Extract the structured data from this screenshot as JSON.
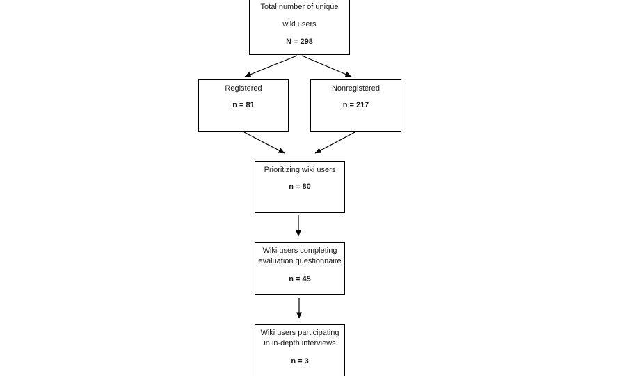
{
  "diagram": {
    "type": "flowchart",
    "nodes": [
      {
        "id": "total-unique-wiki-users",
        "lines": [
          "Total number of unique",
          "wiki users"
        ],
        "value": "N = 298"
      },
      {
        "id": "registered",
        "lines": [
          "Registered"
        ],
        "value": "n = 81"
      },
      {
        "id": "nonregistered",
        "lines": [
          "Nonregistered"
        ],
        "value": "n = 217"
      },
      {
        "id": "prioritizing-wiki-users",
        "lines": [
          "Prioritizing wiki users"
        ],
        "value": "n = 80"
      },
      {
        "id": "evaluation-questionnaire",
        "lines": [
          "Wiki users completing",
          "evaluation questionnaire"
        ],
        "value": "n = 45"
      },
      {
        "id": "in-depth-interviews",
        "lines": [
          "Wiki users participating",
          "in in-depth interviews"
        ],
        "value": "n = 3"
      }
    ],
    "edges": [
      {
        "from": "total-unique-wiki-users",
        "to": "registered"
      },
      {
        "from": "total-unique-wiki-users",
        "to": "nonregistered"
      },
      {
        "from": "registered",
        "to": "prioritizing-wiki-users"
      },
      {
        "from": "nonregistered",
        "to": "prioritizing-wiki-users"
      },
      {
        "from": "prioritizing-wiki-users",
        "to": "evaluation-questionnaire"
      },
      {
        "from": "evaluation-questionnaire",
        "to": "in-depth-interviews"
      }
    ],
    "colors": {
      "background": "#ffffff",
      "box_border": "#000000",
      "text": "#1a1a1a",
      "arrow": "#000000"
    }
  }
}
